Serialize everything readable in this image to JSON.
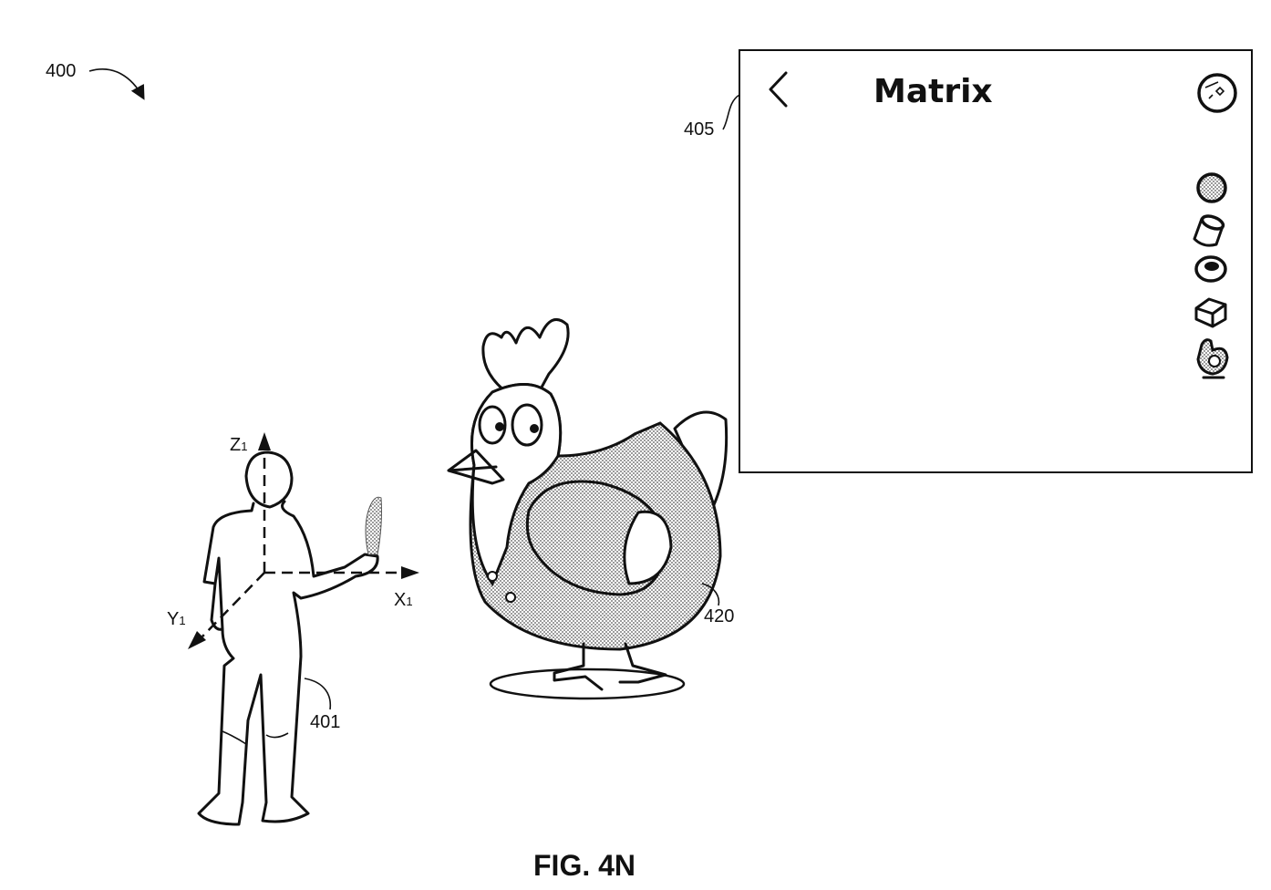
{
  "figure": {
    "caption": "FIG. 4N",
    "ref_environment": "400",
    "ref_user": "401",
    "ref_panel": "405",
    "ref_virtual_object": "420"
  },
  "axes": {
    "z": "Z",
    "x": "X",
    "y": "Y",
    "subscript": "1"
  },
  "panel": {
    "title": "Matrix",
    "back_icon": "chevron-left-icon",
    "header_icon": "globe-icon",
    "object_icons": [
      "sphere-icon",
      "cylinder-icon",
      "disc-icon",
      "cube-icon",
      "chicken-icon"
    ]
  }
}
